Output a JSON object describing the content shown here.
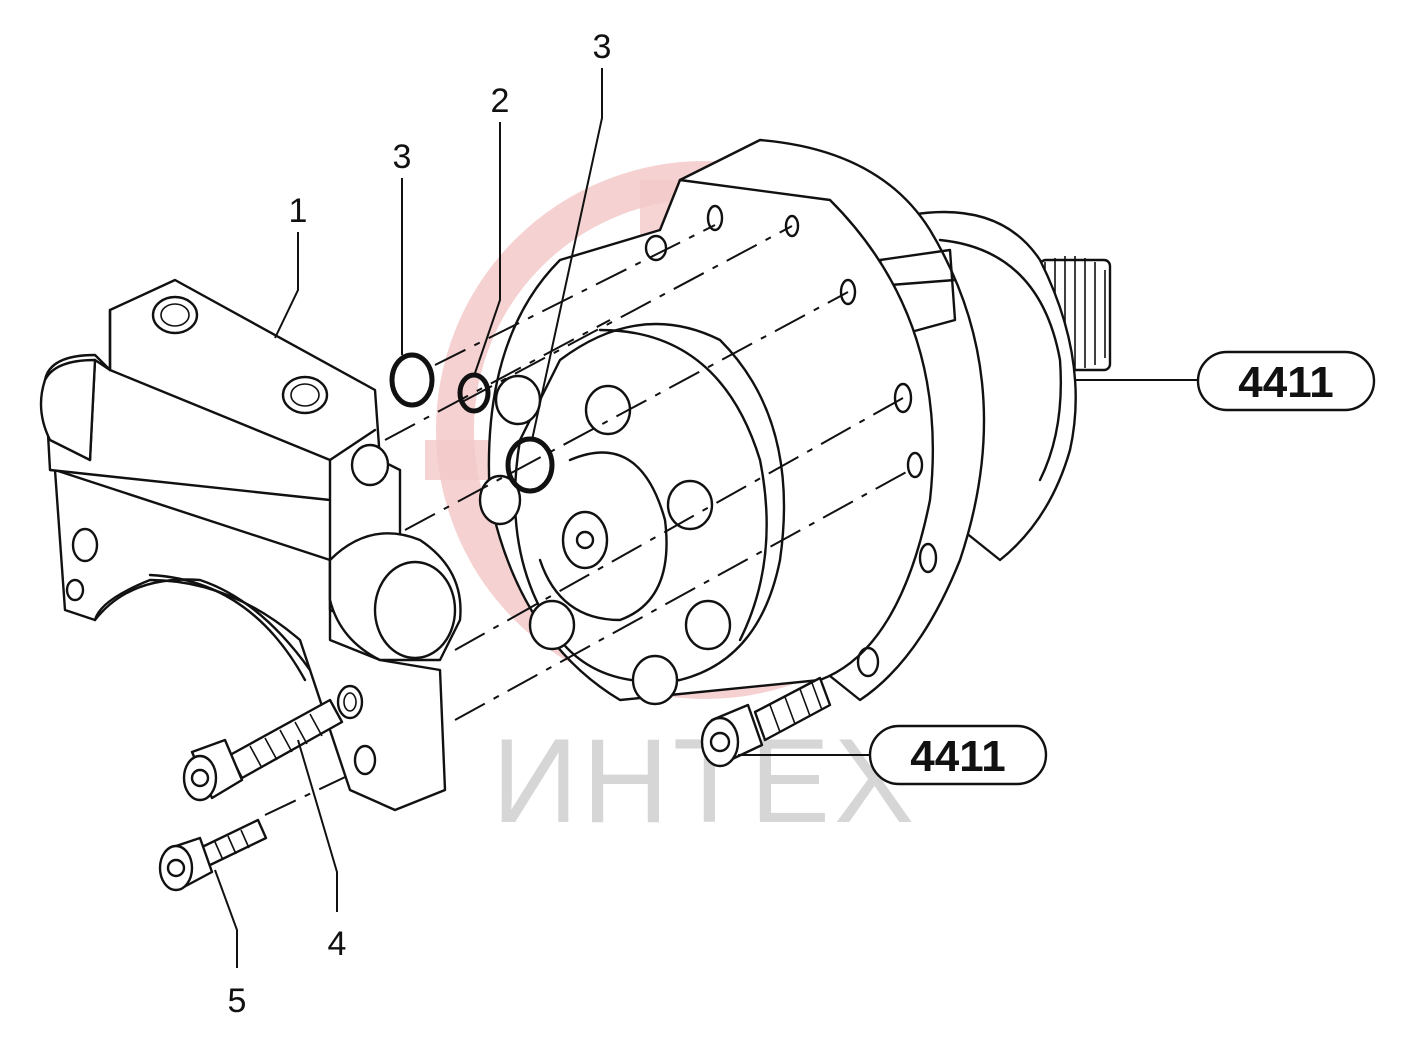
{
  "callouts": {
    "c1": "1",
    "c2": "2",
    "c3a": "3",
    "c3b": "3",
    "c4": "4",
    "c5": "5"
  },
  "references": {
    "motor": "4411",
    "bolt": "4411"
  },
  "watermark": {
    "text": "ИНТЕХ",
    "logo_color": "#f4c9c9",
    "text_color": "#d6d6d6"
  },
  "colors": {
    "line": "#111111",
    "background": "#ffffff"
  }
}
